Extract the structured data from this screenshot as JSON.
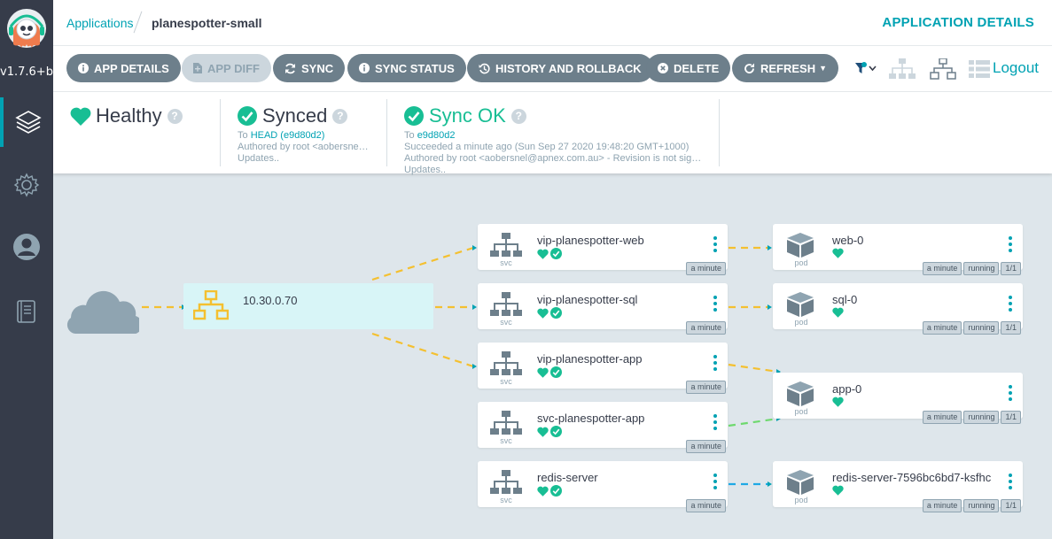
{
  "app": {
    "version": "v1.7.6+b"
  },
  "breadcrumb": {
    "root": "Applications",
    "current": "planespotter-small"
  },
  "page_heading": "APPLICATION DETAILS",
  "toolbar": {
    "app_details": "APP DETAILS",
    "app_diff": "APP DIFF",
    "sync": "SYNC",
    "sync_status": "SYNC STATUS",
    "history": "HISTORY AND ROLLBACK",
    "delete": "DELETE",
    "refresh": "REFRESH",
    "logout": "Logout"
  },
  "status": {
    "health": {
      "title": "Healthy"
    },
    "sync": {
      "title": "Synced",
      "to_prefix": "To",
      "revision": "HEAD (e9d80d2)",
      "author": "Authored by root <aobersne…",
      "updates": "Updates.."
    },
    "operation": {
      "title": "Sync OK",
      "to_prefix": "To",
      "revision": "e9d80d2",
      "succeeded": "Succeeded a minute ago (Sun Sep 27 2020 19:48:20 GMT+1000)",
      "author": "Authored by root <aobersnel@apnex.com.au> - Revision is not sig…",
      "updates": "Updates.."
    }
  },
  "graph": {
    "ingress": {
      "ip": "10.30.0.70"
    },
    "services": [
      {
        "name": "vip-planespotter-web",
        "kind": "svc",
        "age": "a minute"
      },
      {
        "name": "vip-planespotter-sql",
        "kind": "svc",
        "age": "a minute"
      },
      {
        "name": "vip-planespotter-app",
        "kind": "svc",
        "age": "a minute"
      },
      {
        "name": "svc-planespotter-app",
        "kind": "svc",
        "age": "a minute"
      },
      {
        "name": "redis-server",
        "kind": "svc",
        "age": "a minute"
      }
    ],
    "pods": [
      {
        "name": "web-0",
        "kind": "pod",
        "age": "a minute",
        "state": "running",
        "ready": "1/1"
      },
      {
        "name": "sql-0",
        "kind": "pod",
        "age": "a minute",
        "state": "running",
        "ready": "1/1"
      },
      {
        "name": "app-0",
        "kind": "pod",
        "age": "a minute",
        "state": "running",
        "ready": "1/1"
      },
      {
        "name": "redis-server-7596bc6bd7-ksfhc",
        "kind": "pod",
        "age": "a minute",
        "state": "running",
        "ready": "1/1"
      }
    ]
  },
  "colors": {
    "accent": "#00a2b3",
    "healthy": "#18be94",
    "edge": "#f4c030",
    "edge_green": "#6ed96e",
    "edge_blue": "#1ea9e5"
  }
}
